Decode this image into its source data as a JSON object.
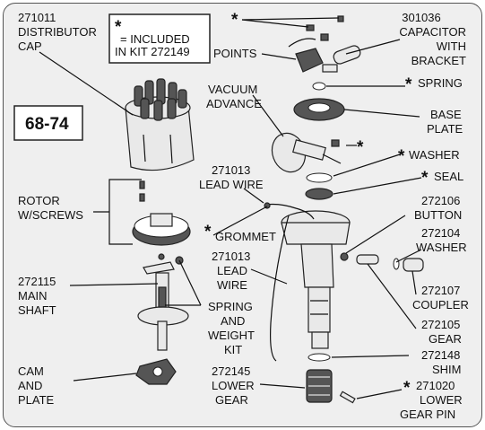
{
  "labels": {
    "cap_num": "271011",
    "cap_name_1": "DISTRIBUTOR",
    "cap_name_2": "CAP",
    "kit_star": "*",
    "kit_line_1": "= INCLUDED",
    "kit_line_2": "IN KIT 272149",
    "year": "68-74",
    "star_screws": "*",
    "capacitor_num": "301036",
    "capacitor_1": "CAPACITOR",
    "capacitor_2": "WITH",
    "capacitor_3": "BRACKET",
    "points": "POINTS",
    "spring_star": "*",
    "spring": "SPRING",
    "vacuum_1": "VACUUM",
    "vacuum_2": "ADVANCE",
    "base_1": "BASE",
    "base_2": "PLATE",
    "star_screw2": "*",
    "washer_star": "*",
    "washer": "WASHER",
    "leadwire_num": "271013",
    "leadwire": "LEAD WIRE",
    "seal_star": "*",
    "seal": "SEAL",
    "rotor_1": "ROTOR",
    "rotor_2": "W/SCREWS",
    "button_num": "272106",
    "button": "BUTTON",
    "grommet_star": "*",
    "grommet": "GROMMET",
    "washer2_num": "272104",
    "washer2": "WASHER",
    "leadwire2_num": "271013",
    "leadwire2_1": "LEAD",
    "leadwire2_2": "WIRE",
    "shaft_num": "272115",
    "shaft_1": "MAIN",
    "shaft_2": "SHAFT",
    "coupler_num": "272107",
    "coupler": "COUPLER",
    "weight_1": "SPRING",
    "weight_2": "AND",
    "weight_3": "WEIGHT",
    "weight_4": "KIT",
    "gear_num": "272105",
    "gear": "GEAR",
    "cam_1": "CAM",
    "cam_2": "AND",
    "cam_3": "PLATE",
    "shim_num": "272148",
    "shim": "SHIM",
    "lowergear_num": "272145",
    "lowergear_1": "LOWER",
    "lowergear_2": "GEAR",
    "pin_star": "*",
    "pin_num": "271020",
    "pin_1": "LOWER",
    "pin_2": "GEAR PIN"
  }
}
